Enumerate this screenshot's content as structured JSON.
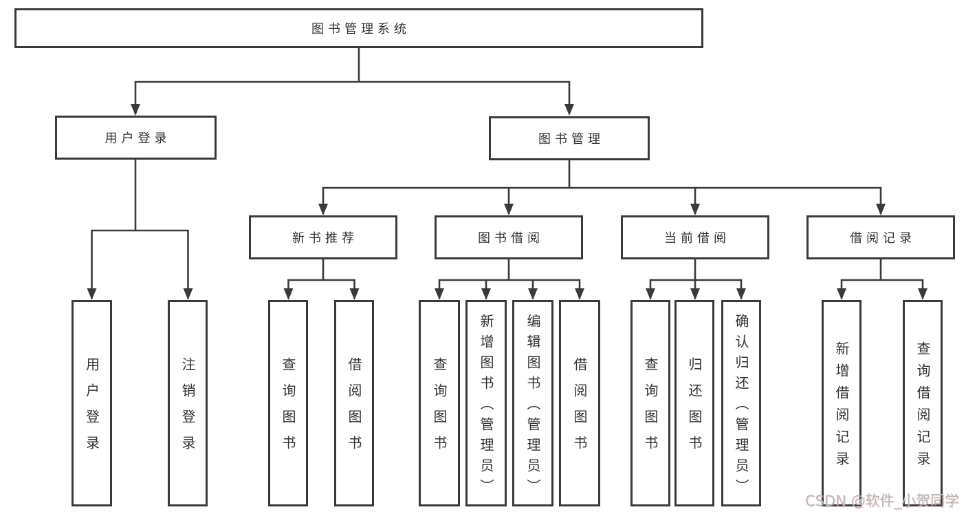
{
  "diagram_type": "hierarchy-tree",
  "colors": {
    "border": "#3a3a3a",
    "line": "#3a3a3a",
    "text": "#333333",
    "background": "#ffffff",
    "watermark": "#b9b9b9"
  },
  "tree": {
    "label": "图书管理系统",
    "children": [
      {
        "label": "用户登录",
        "children": [
          {
            "label": "用户登录"
          },
          {
            "label": "注销登录"
          }
        ]
      },
      {
        "label": "图书管理",
        "children": [
          {
            "label": "新书推荐",
            "children": [
              {
                "label": "查询图书"
              },
              {
                "label": "借阅图书"
              }
            ]
          },
          {
            "label": "图书借阅",
            "children": [
              {
                "label": "查询图书"
              },
              {
                "label": "新增图书（管理员）"
              },
              {
                "label": "编辑图书（管理员）"
              },
              {
                "label": "借阅图书"
              }
            ]
          },
          {
            "label": "当前借阅",
            "children": [
              {
                "label": "查询图书"
              },
              {
                "label": "归还图书"
              },
              {
                "label": "确认归还（管理员）"
              }
            ]
          },
          {
            "label": "借阅记录",
            "children": [
              {
                "label": "新增借阅记录"
              },
              {
                "label": "查询借阅记录"
              }
            ]
          }
        ]
      }
    ]
  },
  "watermark": {
    "text": "CSDN @软件_小贺同学"
  }
}
